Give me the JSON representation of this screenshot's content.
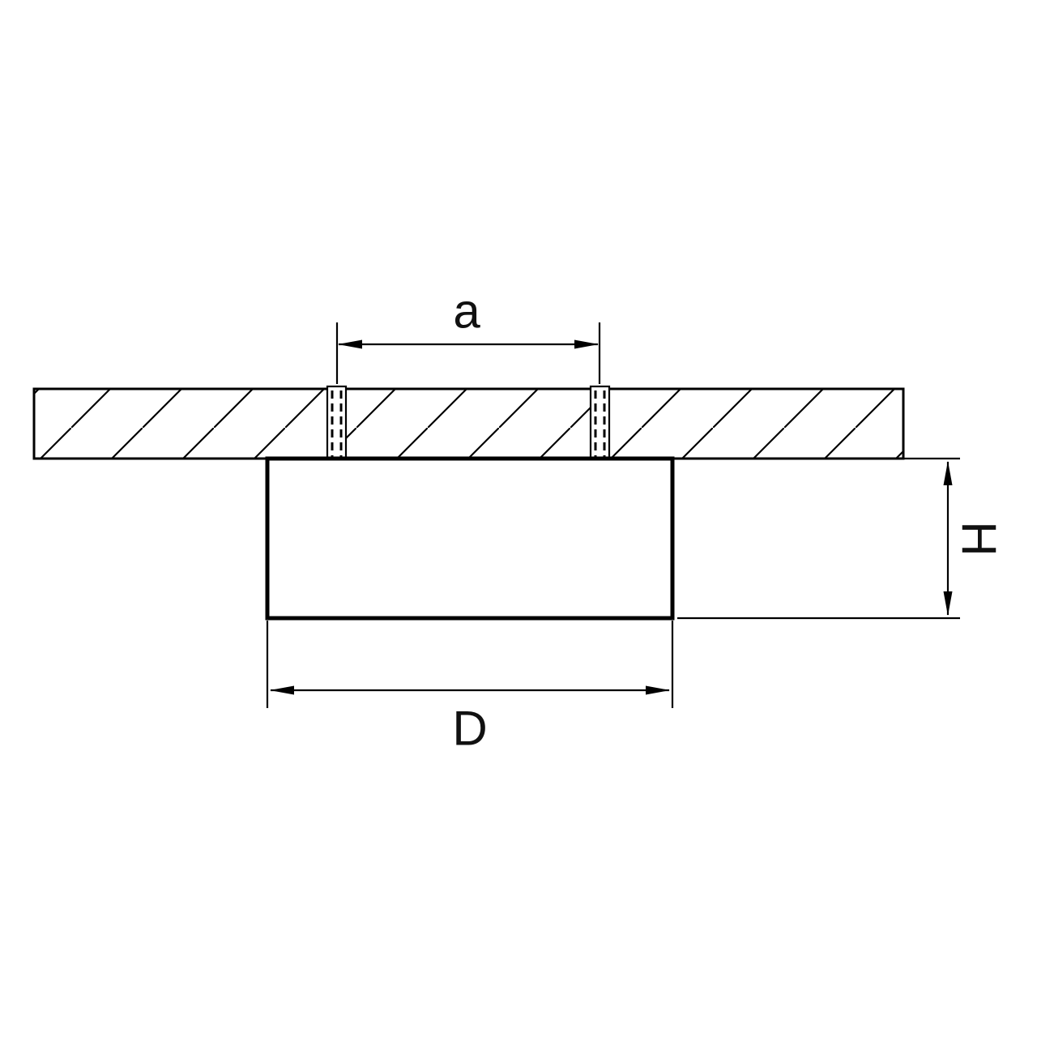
{
  "diagram": {
    "labels": {
      "cutout_width": "a",
      "fixture_diameter": "D",
      "fixture_height": "H"
    },
    "colors": {
      "line": "#000000",
      "background": "#ffffff"
    }
  }
}
